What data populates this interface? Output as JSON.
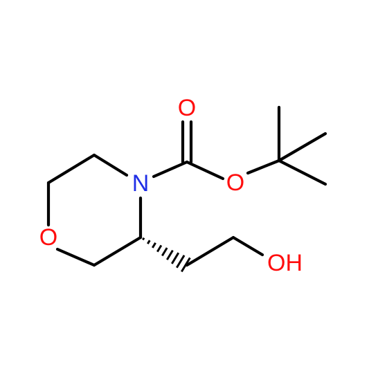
{
  "colors": {
    "bond": "#000000",
    "nitrogen": "#1f2ee6",
    "oxygen": "#ff0d0d"
  },
  "atoms": {
    "carbonyl_oxygen": "O",
    "ester_oxygen": "O",
    "nitrogen": "N",
    "ring_oxygen": "O",
    "hydroxyl": "OH"
  }
}
